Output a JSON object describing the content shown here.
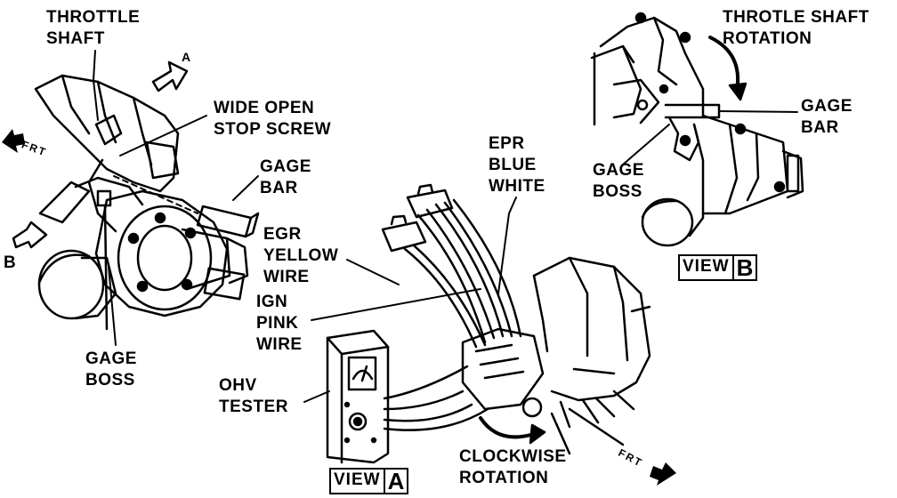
{
  "labels": {
    "throttle_shaft": [
      "THROTTLE",
      "SHAFT"
    ],
    "wide_open_stop_screw": [
      "WIDE OPEN",
      "STOP SCREW"
    ],
    "gage_bar_a": [
      "GAGE",
      "BAR"
    ],
    "egr_yellow_wire": [
      "EGR",
      "YELLOW",
      "WIRE"
    ],
    "ign_pink_wire": [
      "IGN",
      "PINK",
      "WIRE"
    ],
    "gage_boss_a": [
      "GAGE",
      "BOSS"
    ],
    "ohv_tester": [
      "OHV",
      "TESTER"
    ],
    "epr_blue_white": [
      "EPR",
      "BLUE",
      "WHITE"
    ],
    "clockwise_rotation": [
      "CLOCKWISE",
      "ROTATION"
    ],
    "throtle_shaft_rotation": [
      "THROTLE SHAFT",
      "ROTATION"
    ],
    "gage_bar_b": [
      "GAGE",
      "BAR"
    ],
    "gage_boss_b": [
      "GAGE",
      "BOSS"
    ]
  },
  "arrow_labels": {
    "a": "A",
    "b": "B"
  },
  "front_marker": "FRT",
  "views": {
    "a": {
      "word": "VIEW",
      "letter": "A"
    },
    "b": {
      "word": "VIEW",
      "letter": "B"
    }
  }
}
